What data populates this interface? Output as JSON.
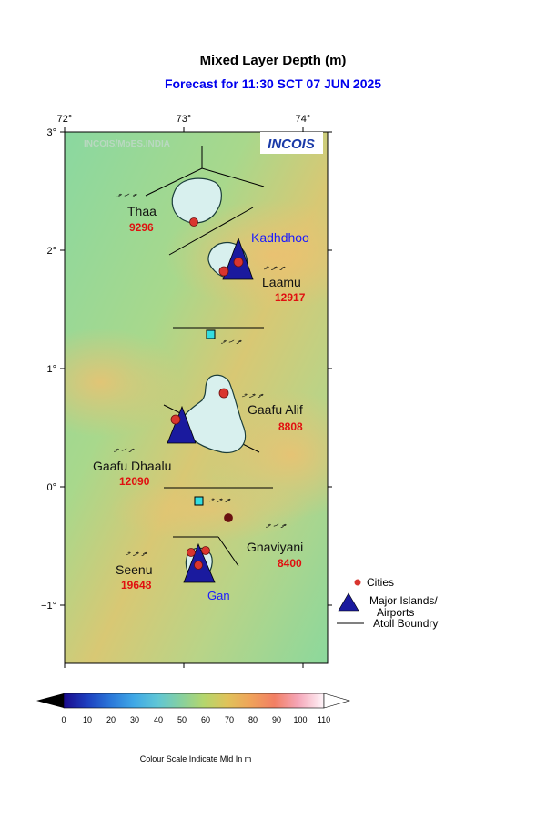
{
  "header": {
    "title": "Mixed Layer Depth (m)",
    "subtitle": "Forecast for  11:30 SCT 07 JUN 2025"
  },
  "map": {
    "lon_ticks": [
      "72°",
      "73°",
      "74°"
    ],
    "lat_ticks": [
      "3°",
      "2°",
      "1°",
      "0°",
      "−1°"
    ],
    "watermark": "INCOIS/MoES.INDIA",
    "logo_text": "INCOIS",
    "atolls": [
      {
        "name": "Thaa",
        "value": "9296"
      },
      {
        "name": "Laamu",
        "value": "12917"
      },
      {
        "name": "Gaafu Alif",
        "value": "8808"
      },
      {
        "name": "Gaafu Dhaalu",
        "value": "12090"
      },
      {
        "name": "Gnaviyani",
        "value": "8400"
      },
      {
        "name": "Seenu",
        "value": "19648"
      }
    ],
    "airports": [
      {
        "name": "Kadhdhoo"
      },
      {
        "name": "Gan"
      }
    ],
    "dhivehi_glyphs": [
      "ތ ހ ވ",
      "ތ ލ މ"
    ]
  },
  "legend": {
    "cities": "Cities",
    "major_islands": "Major Islands/",
    "airports": "Airports",
    "atoll_boundary": "Atoll Boundry"
  },
  "colorbar": {
    "ticks": [
      "0",
      "10",
      "20",
      "30",
      "40",
      "50",
      "60",
      "70",
      "80",
      "90",
      "100",
      "110"
    ],
    "caption": "Colour Scale Indicate Mld In m",
    "colors": [
      "#1a0a8c",
      "#1d3fbf",
      "#2a77d9",
      "#3fa8e6",
      "#5fc6d6",
      "#86d0a0",
      "#b5d66c",
      "#e0c25a",
      "#f0a25a",
      "#f27f64",
      "#f5a6b8",
      "#fbd8e4",
      "#fff5fa"
    ]
  }
}
